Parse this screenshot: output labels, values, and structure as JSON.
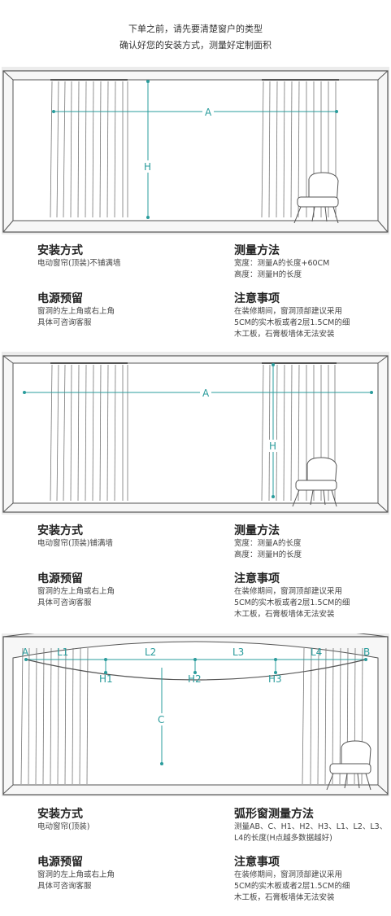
{
  "intro": {
    "line1": "下单之前，请先要清楚窗户的类型",
    "line2": "确认好您的安装方式，测量好定制面积"
  },
  "diagram_labels": {
    "a": "A",
    "h": "H",
    "b": "B",
    "c": "C",
    "l1": "L1",
    "l2": "L2",
    "l3": "L3",
    "l4": "L4",
    "h1": "H1",
    "h2": "H2",
    "h3": "H3"
  },
  "sections": [
    {
      "install_title": "安装方式",
      "install_text": "电动窗帘(顶装)不铺满墙",
      "measure_title": "测量方法",
      "measure_lines": [
        "宽度：测量A的长度+60CM",
        "高度：测量H的长度"
      ],
      "power_title": "电源预留",
      "power_lines": [
        "窗洞的左上角或右上角",
        "具体可咨询客服"
      ],
      "notice_title": "注意事项",
      "notice_lines": [
        "在装修期间，窗洞顶部建议采用",
        "5CM的实木板或者2层1.5CM的细",
        "木工板，石膏板墙体无法安装"
      ]
    },
    {
      "install_title": "安装方式",
      "install_text": "电动窗帘(顶装)铺满墙",
      "measure_title": "测量方法",
      "measure_lines": [
        "宽度：测量A的长度",
        "高度：测量H的长度"
      ],
      "power_title": "电源预留",
      "power_lines": [
        "窗洞的左上角或右上角",
        "具体可咨询客服"
      ],
      "notice_title": "注意事项",
      "notice_lines": [
        "在装修期间，窗洞顶部建议采用",
        "5CM的实木板或者2层1.5CM的细",
        "木工板，石膏板墙体无法安装"
      ]
    },
    {
      "install_title": "安装方式",
      "install_text": "电动窗帘(顶装)",
      "measure_title": "弧形窗测量方法",
      "measure_lines": [
        "测量AB、C、H1、H2、H3、L1、L2、L3、",
        "L4的长度(H点越多数据越好)"
      ],
      "power_title": "电源预留",
      "power_lines": [
        "窗洞的左上角或右上角",
        "具体可咨询客服"
      ],
      "notice_title": "注意事项",
      "notice_lines": [
        "在装修期间，窗洞顶部建议采用",
        "5CM的实木板或者2层1.5CM的细",
        "木工板，石膏板墙体无法安装"
      ]
    }
  ],
  "colors": {
    "accent": "#2a9c9c",
    "panel_bg": "#ececec",
    "line": "#555555"
  }
}
